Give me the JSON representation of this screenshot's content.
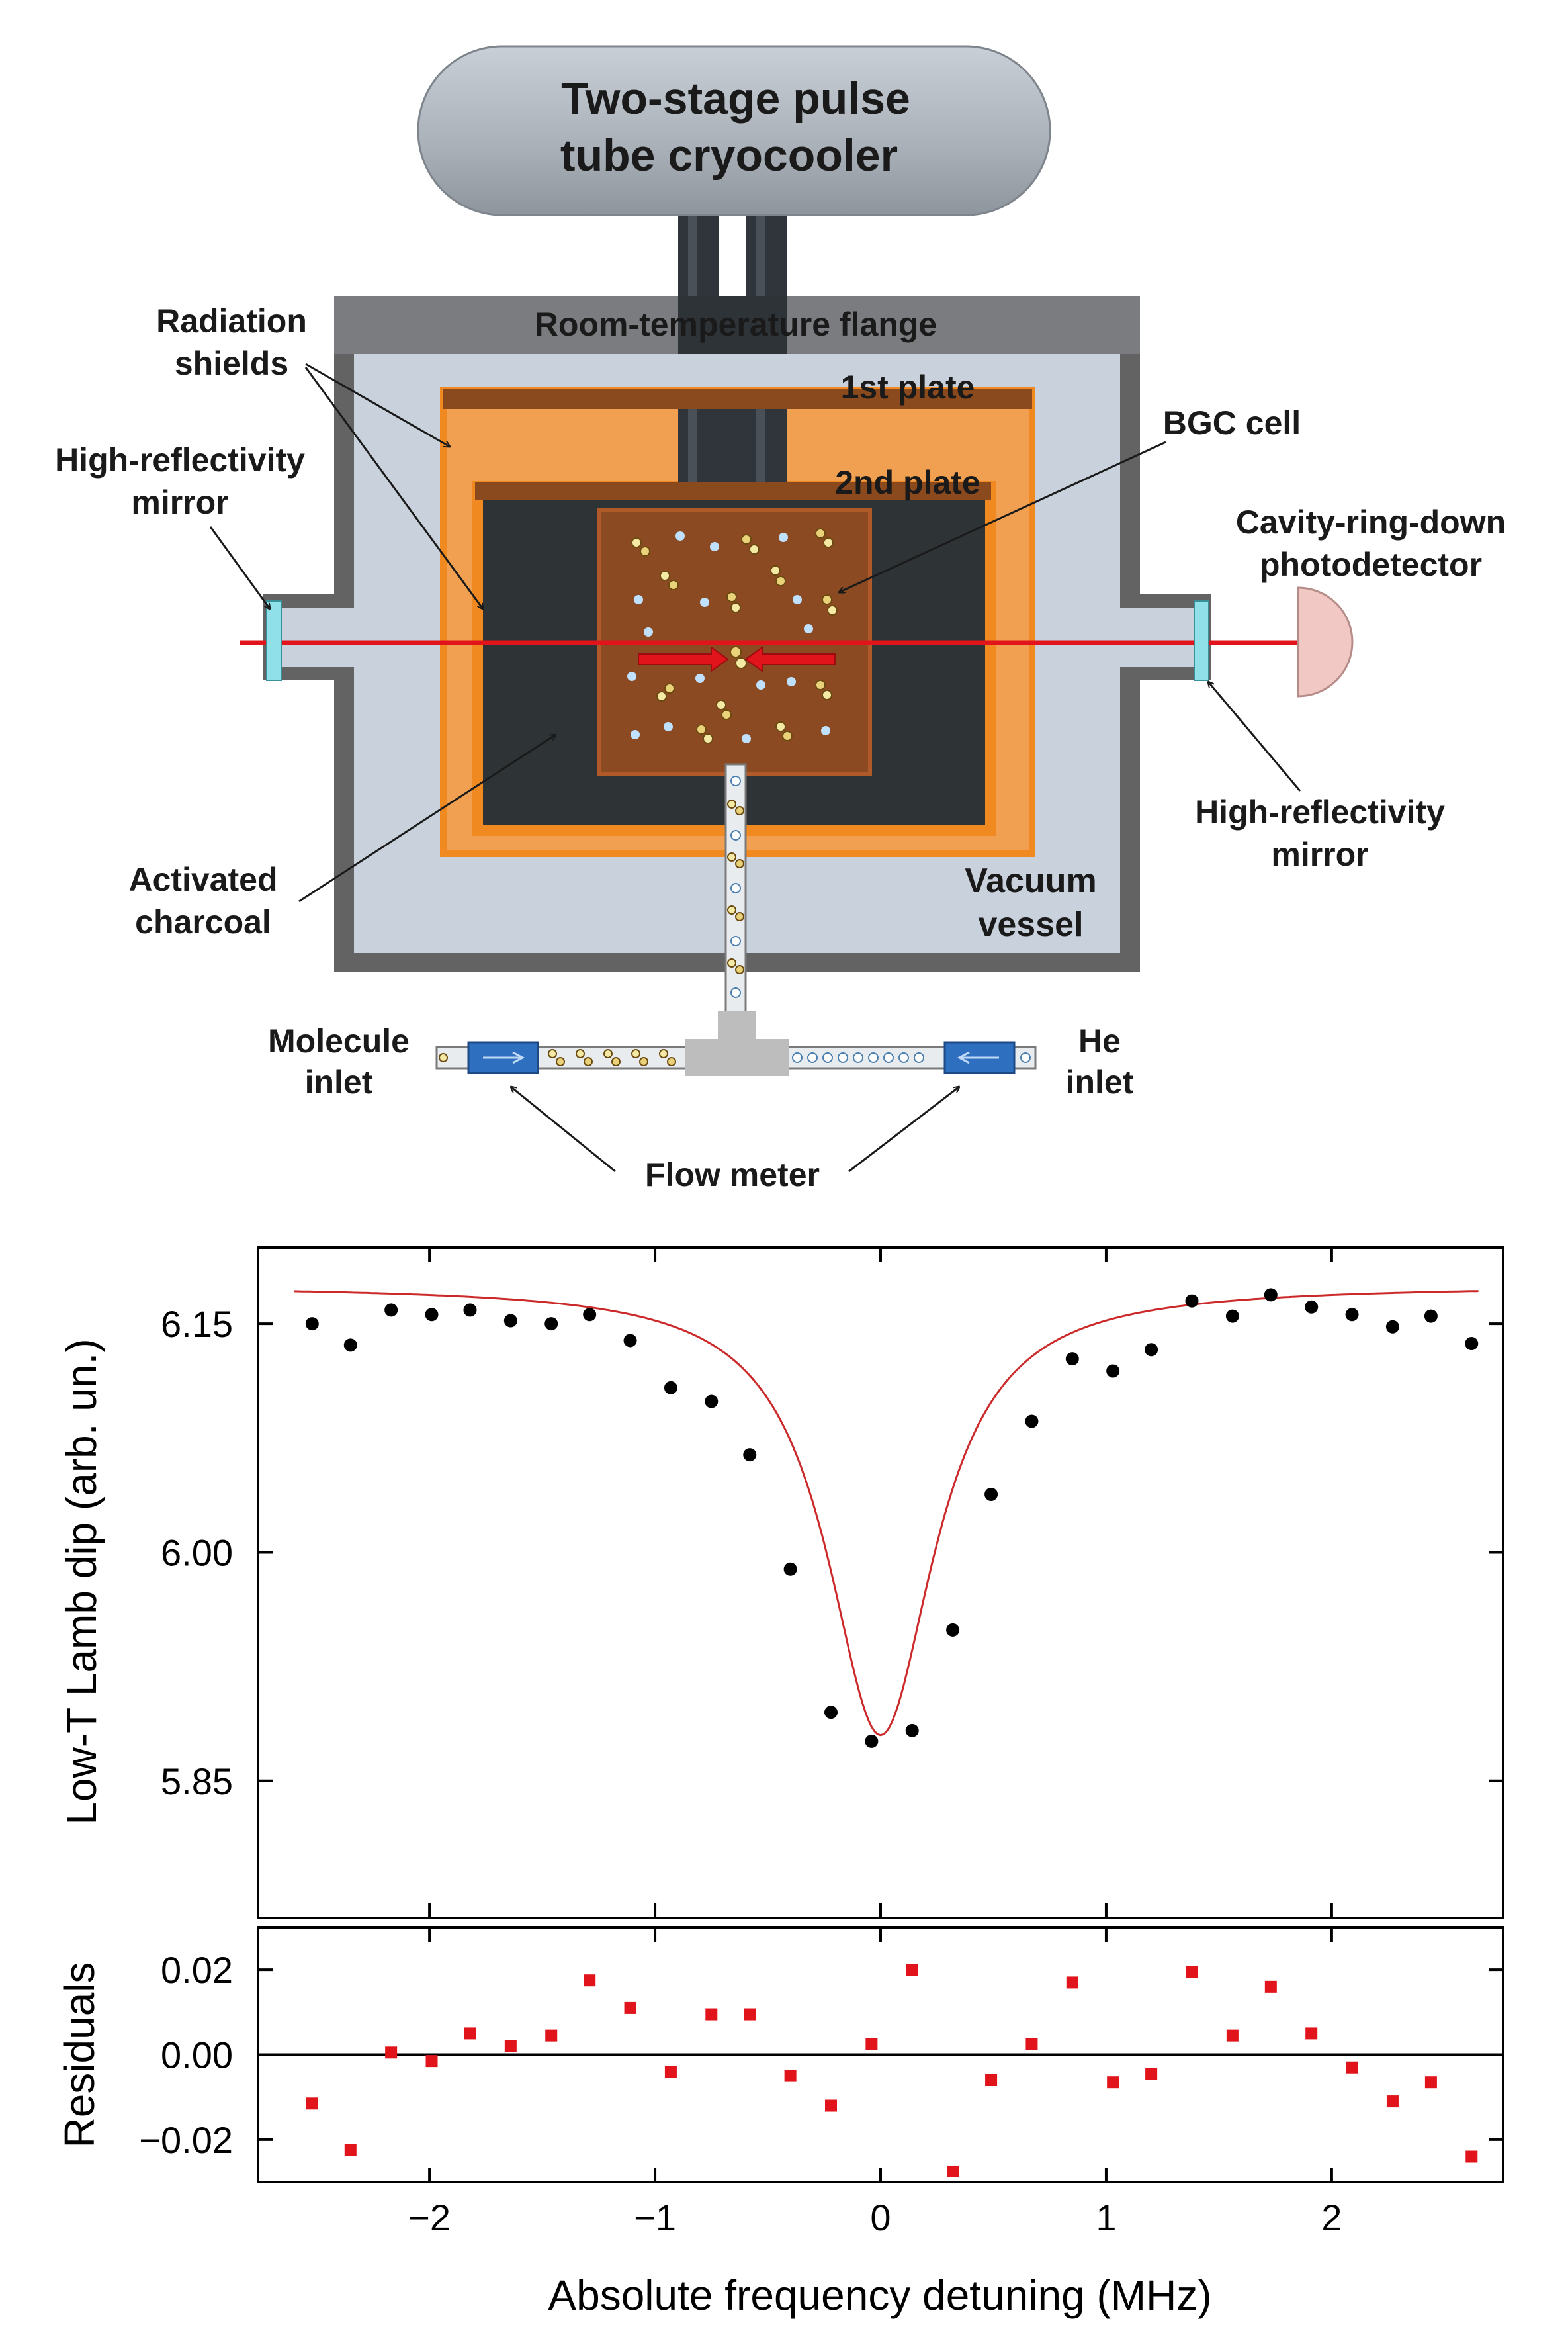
{
  "schematic": {
    "cryocooler_label": [
      "Two-stage pulse",
      "tube cryocooler"
    ],
    "flange_label": "Room-temperature flange",
    "plate1_label": "1st plate",
    "plate2_label": "2nd plate",
    "bgc_label": "BGC cell",
    "radiation_shields_label": [
      "Radiation",
      "shields"
    ],
    "left_mirror_label": [
      "High-reflectivity",
      "mirror"
    ],
    "right_mirror_label": [
      "High-reflectivity",
      "mirror"
    ],
    "photodetector_label": [
      "Cavity-ring-down",
      "photodetector"
    ],
    "charcoal_label": [
      "Activated",
      "charcoal"
    ],
    "vacuum_label": [
      "Vacuum",
      "vessel"
    ],
    "molecule_inlet_label": [
      "Molecule",
      "inlet"
    ],
    "he_inlet_label": [
      "He",
      "inlet"
    ],
    "flow_meter_label": "Flow meter",
    "colors": {
      "cryocooler": "#a9b0b8",
      "vessel_wall": "#636363",
      "vacuum_fill": "#c9d2dc",
      "shield_outer": "#f0a050",
      "shield_border": "#f08a20",
      "plate": "#8b4a1e",
      "charcoal": "#2e3436",
      "bgc_cell": "#8b4a22",
      "laser": "#e0141a",
      "mirror": "#8fe0e8",
      "detector": "#f2c8c4",
      "flow_meter": "#2f6fbf"
    }
  },
  "chart_data": [
    {
      "type": "scatter",
      "ylabel": "Low-T Lamb dip (arb. un.)",
      "ylim": [
        5.76,
        6.2
      ],
      "xlim": [
        -2.76,
        2.76
      ],
      "yticks": [
        "6.15",
        "6.00",
        "5.85"
      ],
      "ytick_values": [
        6.15,
        6.0,
        5.85
      ],
      "points": {
        "x": [
          -2.52,
          -2.35,
          -2.17,
          -1.99,
          -1.82,
          -1.64,
          -1.46,
          -1.29,
          -1.11,
          -0.93,
          -0.75,
          -0.58,
          -0.4,
          -0.22,
          -0.04,
          0.14,
          0.32,
          0.49,
          0.67,
          0.85,
          1.03,
          1.2,
          1.38,
          1.56,
          1.73,
          1.91,
          2.09,
          2.27,
          2.44,
          2.62
        ],
        "y": [
          6.15,
          6.136,
          6.159,
          6.156,
          6.159,
          6.152,
          6.15,
          6.156,
          6.139,
          6.108,
          6.099,
          6.064,
          5.989,
          5.895,
          5.876,
          5.883,
          5.949,
          6.038,
          6.086,
          6.127,
          6.119,
          6.133,
          6.165,
          6.155,
          6.169,
          6.161,
          6.156,
          6.148,
          6.155,
          6.137
        ]
      },
      "fit": {
        "name": "Lorentzian fit",
        "baseline": 6.175,
        "depth": 0.295,
        "hwhm": 0.29,
        "color": "#cc2a2a"
      },
      "point_color": "#000000"
    },
    {
      "type": "scatter",
      "ylabel": "Residuals",
      "xlabel": "Absolute frequency detuning (MHz)",
      "ylim": [
        -0.03,
        0.03
      ],
      "xlim": [
        -2.76,
        2.76
      ],
      "yticks": [
        "0.02",
        "0.00",
        "−0.02"
      ],
      "ytick_values": [
        0.02,
        0.0,
        -0.02
      ],
      "xticks": [
        "−2",
        "−1",
        "0",
        "1",
        "2"
      ],
      "xtick_values": [
        -2,
        -1,
        0,
        1,
        2
      ],
      "points": {
        "x": [
          -2.52,
          -2.35,
          -2.17,
          -1.99,
          -1.82,
          -1.64,
          -1.46,
          -1.29,
          -1.11,
          -0.93,
          -0.75,
          -0.58,
          -0.4,
          -0.22,
          -0.04,
          0.14,
          0.32,
          0.49,
          0.67,
          0.85,
          1.03,
          1.2,
          1.38,
          1.56,
          1.73,
          1.91,
          2.09,
          2.27,
          2.44,
          2.62
        ],
        "y": [
          -0.0115,
          -0.0225,
          0.0005,
          -0.0015,
          0.005,
          0.002,
          0.0045,
          0.0175,
          0.011,
          -0.004,
          0.0095,
          0.0095,
          -0.005,
          -0.012,
          0.0025,
          0.02,
          -0.0275,
          -0.006,
          0.0025,
          0.017,
          -0.0065,
          -0.0045,
          0.0195,
          0.0045,
          0.016,
          0.005,
          -0.003,
          -0.011,
          -0.0065,
          -0.024
        ]
      },
      "zero_line": 0.0,
      "point_color": "#e0141a"
    }
  ]
}
